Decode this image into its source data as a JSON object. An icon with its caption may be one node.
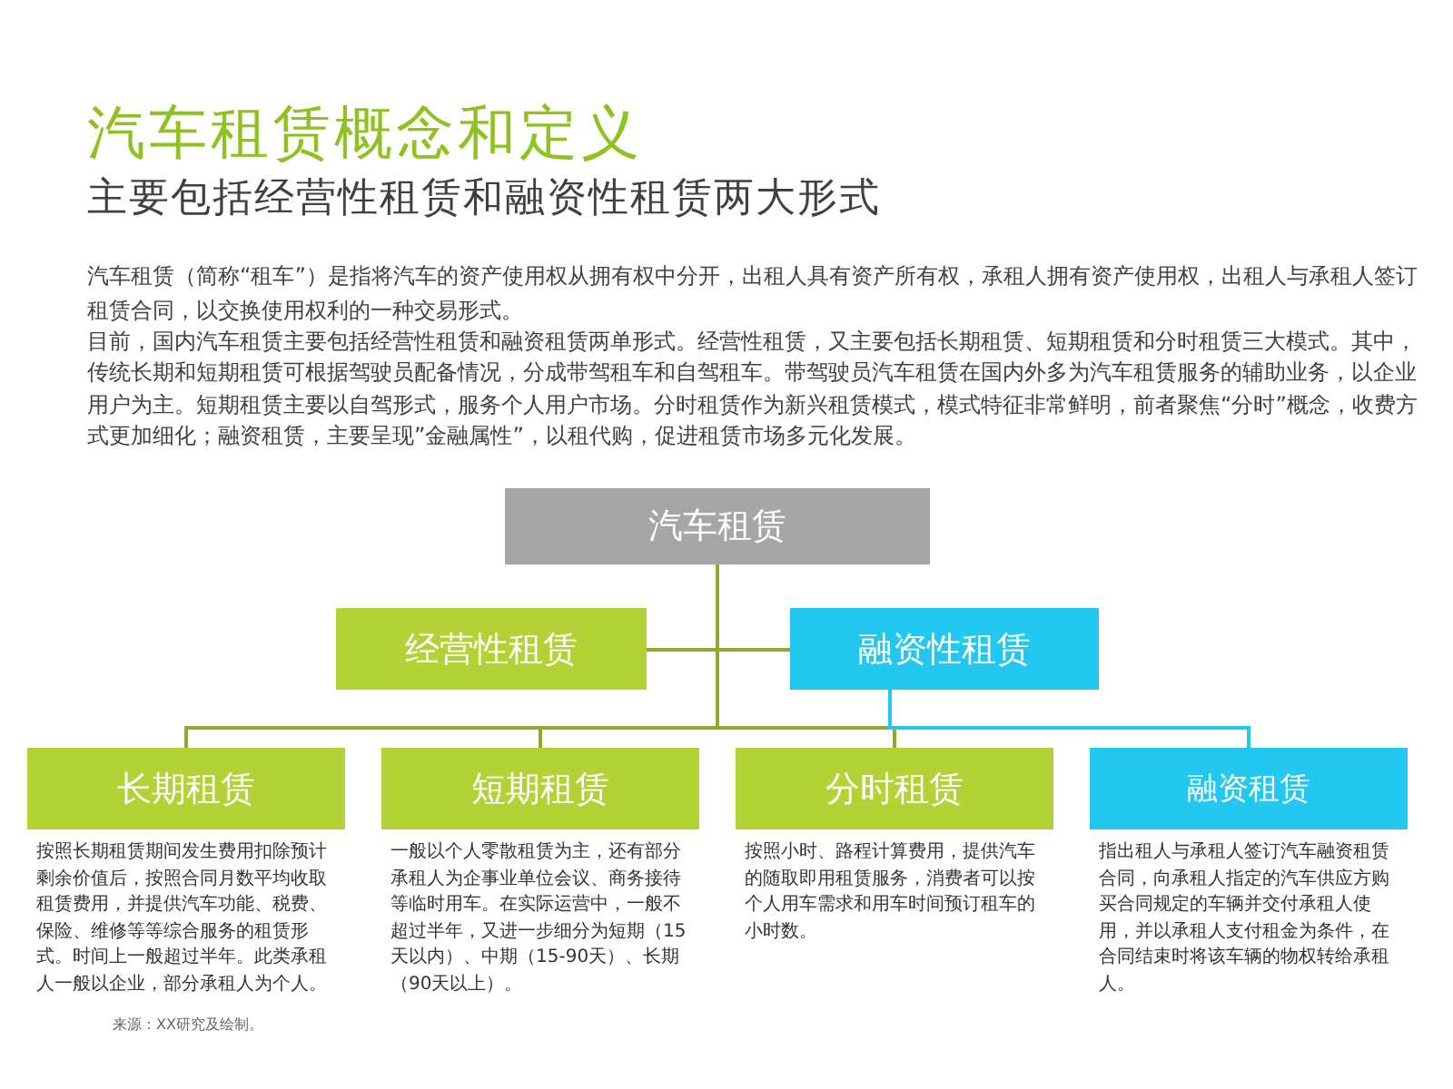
{
  "diagram": {
    "title": "汽车租赁概念和定义",
    "nodes": [
      {
        "text": [
          "汽车租赁"
        ]
      },
      {
        "text": [
          "经营性租赁"
        ]
      },
      {
        "text": [
          "融资性租赁"
        ]
      },
      {
        "text": [
          "长期租赁"
        ],
        "beside": [
          "按照长期租赁期间发生费用扣除预计剩余价值后，按照合同月数平均收取租赁费用，并提供汽车功能、税费、保险、维修等等综合服务的租赁形式。时间上一般超过半年。此类承租人一般以企业，部分承租人为个人。"
        ]
      },
      {
        "text": [
          "短期租赁"
        ],
        "beside": [
          "一般以个人零散租赁为主，还有部分承租人为企事业单位会议、商务接待等临时用车。在实际运营中，一般不超过半年，又进一步细分为短期（15天以内）、中期（15-90天）、长期（90天以上）。"
        ]
      },
      {
        "text": [
          "分时租赁"
        ],
        "beside": [
          "按照小时、路程计算费用，提供汽车的随取即用租赁服务，消费者可以按个人用车需求和用车时间预订租车的小时数。"
        ]
      },
      {
        "text": [
          "融资租赁"
        ],
        "beside": [
          "指出租人与承租人签订汽车融资租赁合同，向承租人指定的汽车供应方购买合同规定的车辆并交付承租人使用，并以承租人支付租金为条件，在合同结束时将该车辆的物权转给承租人。"
        ]
      }
    ],
    "edges": [
      {
        "from": 0,
        "to": 1,
        "arrow": "none"
      },
      {
        "from": 0,
        "to": 2,
        "arrow": "none"
      },
      {
        "from": 1,
        "to": 3,
        "arrow": "none"
      },
      {
        "from": 1,
        "to": 4,
        "arrow": "none"
      },
      {
        "from": 1,
        "to": 5,
        "arrow": "none"
      },
      {
        "from": 2,
        "to": 6,
        "arrow": "none",
        "color": "#1fc8f0"
      }
    ],
    "labels": [
      "主要包括经营性租赁和融资性租赁两大形式",
      "汽车租赁（简称“租车”）是指将汽车的资产使用权从拥有权中分开，出租人具有资产所有权，承租人拥有资产使用权，出租人与承租人签订租赁合同，以交换使用权利的一种交易形式。",
      "目前，国内汽车租赁主要包括经营性租赁和融资租赁两单形式。经营性租赁，又主要包括长期租赁、短期租赁和分时租赁三大模式。其中，传统长期和短期租赁可根据驾驶员配备情况，分成带驾租车和自驾租车。带驾驶员汽车租赁在国内外多为汽车租赁服务的辅助业务，以企业用户为主。短期租赁主要以自驾形式，服务个人用户市场。分时租赁作为新兴租赁模式，模式特征非常鲜明，前者聚焦“分时”概念，收费方式更加细化；融资租赁，主要呈现”金融属性”，以租代购，促进租赁市场多元化发展。",
      "来源：XX研究及绘制。"
    ]
  }
}
